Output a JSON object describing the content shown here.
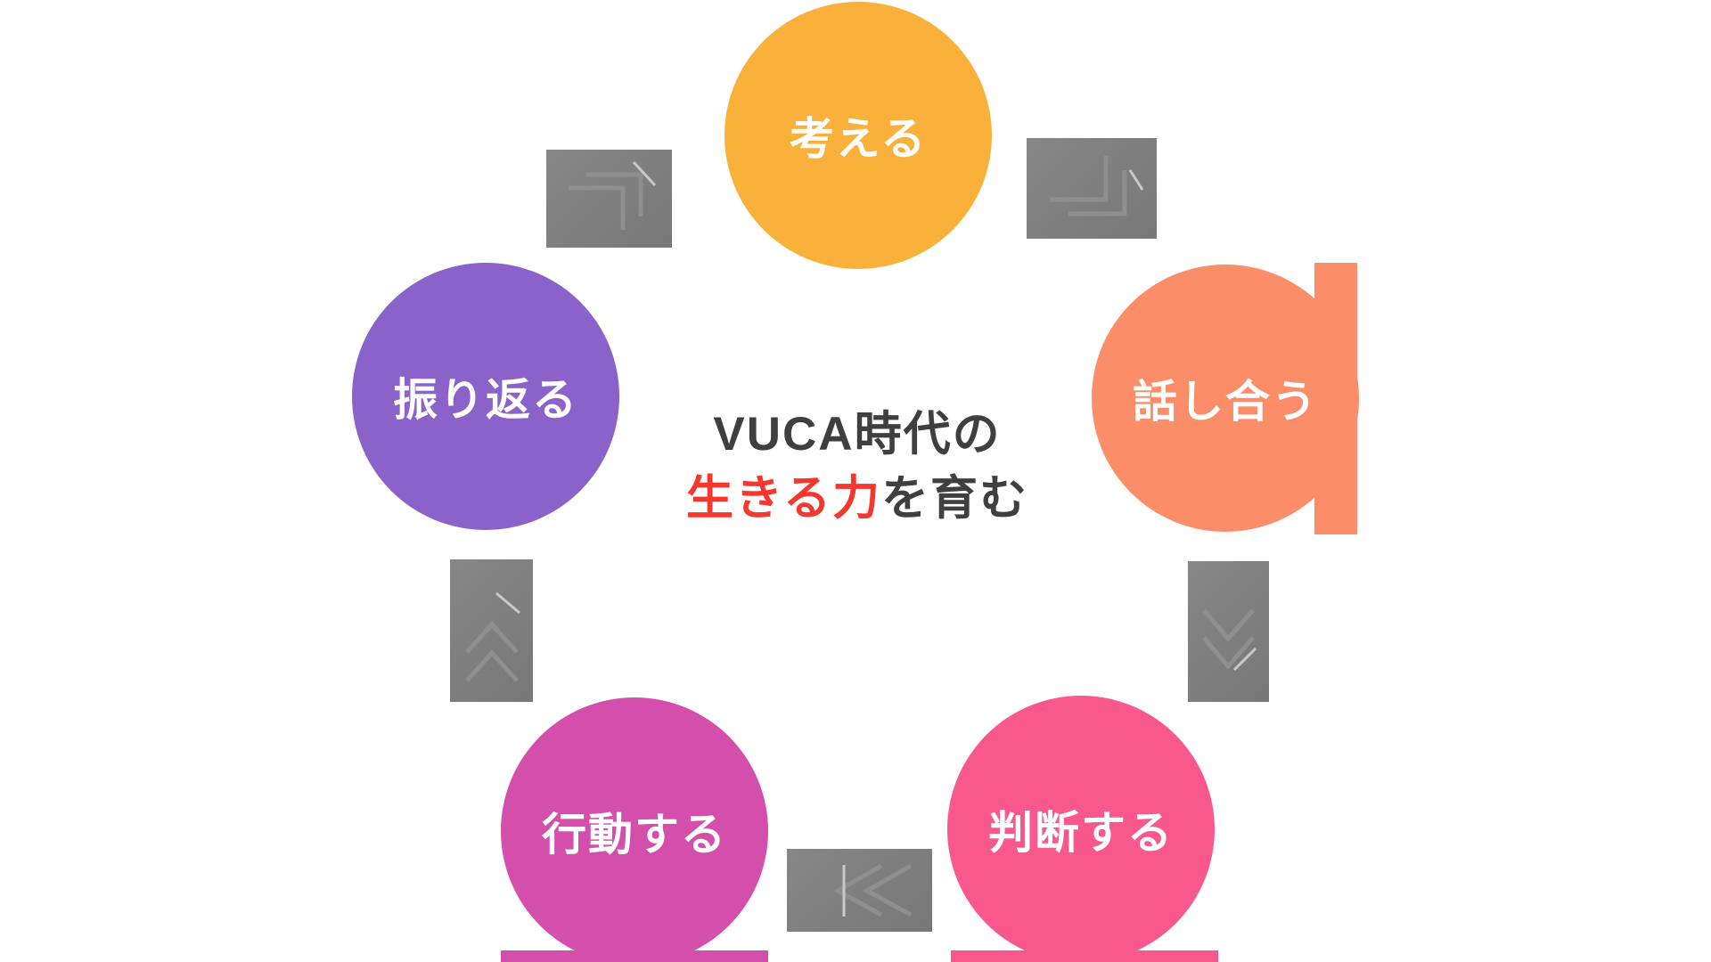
{
  "background_color": "#FFFFFF",
  "title": {
    "line1": "VUCA時代の",
    "line2_highlight": "生きる力",
    "line2_rest": "を育む",
    "text_color": "#3F3F3F",
    "highlight_color": "#F5382D"
  },
  "cycle": {
    "label_color": "#FFFFFF",
    "arrow_color": "#7F7F7F",
    "steps": [
      {
        "id": "think",
        "label": "考える",
        "color": "#F9B13C"
      },
      {
        "id": "discuss",
        "label": "話し合う",
        "color": "#FB8E68"
      },
      {
        "id": "judge",
        "label": "判断する",
        "color": "#F9588C"
      },
      {
        "id": "act",
        "label": "行動する",
        "color": "#D44FAB"
      },
      {
        "id": "reflect",
        "label": "振り返る",
        "color": "#8A62C9"
      }
    ],
    "arrows": [
      {
        "id": "reflect-to-think",
        "direction": "up-right"
      },
      {
        "id": "think-to-discuss",
        "direction": "down-right"
      },
      {
        "id": "discuss-to-judge",
        "direction": "down"
      },
      {
        "id": "judge-to-act",
        "direction": "left"
      },
      {
        "id": "act-to-reflect",
        "direction": "up"
      }
    ]
  }
}
